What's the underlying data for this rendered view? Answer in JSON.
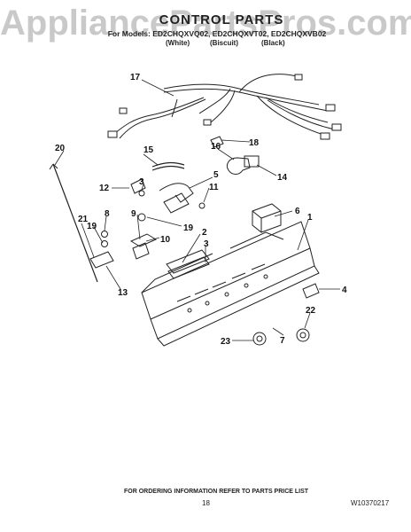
{
  "watermark": "AppliancePartsPros.com",
  "title": "CONTROL PARTS",
  "models_line": "For Models: ED2CHQXVQ02, ED2CHQXVT02, ED2CHQXVB02",
  "variants": [
    "(White)",
    "(Biscuit)",
    "(Black)"
  ],
  "callouts": [
    "17",
    "15",
    "18",
    "16",
    "14",
    "5",
    "11",
    "3",
    "12",
    "19",
    "10",
    "9",
    "8",
    "19",
    "21",
    "13",
    "20",
    "6",
    "1",
    "2",
    "3",
    "4",
    "22",
    "7",
    "23"
  ],
  "footer_note": "FOR ORDERING INFORMATION REFER TO PARTS PRICE LIST",
  "page_number": "18",
  "document_number": "W10370217"
}
